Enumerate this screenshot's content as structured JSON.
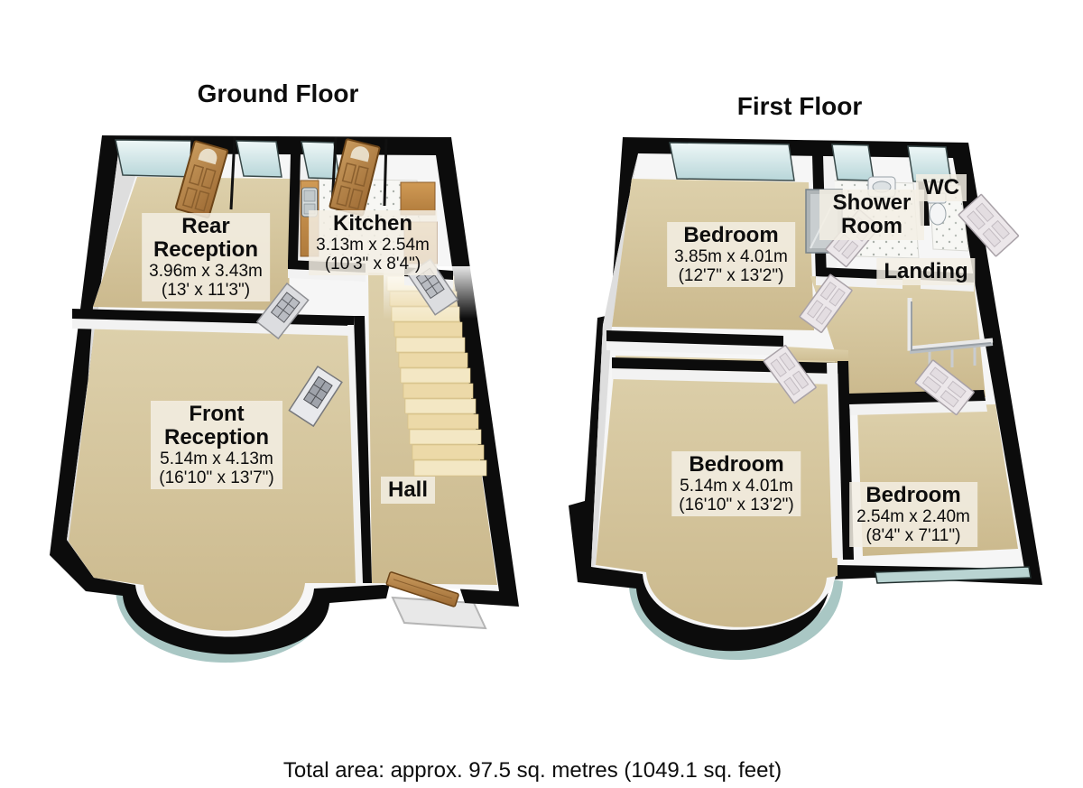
{
  "ground_floor": {
    "title": "Ground Floor",
    "rooms": [
      {
        "name": "Rear Reception",
        "metric": "3.96m x 3.43m",
        "imperial": "(13' x 11'3\")"
      },
      {
        "name": "Kitchen",
        "metric": "3.13m x 2.54m",
        "imperial": "(10'3\" x 8'4\")"
      },
      {
        "name": "Front Reception",
        "metric": "5.14m x 4.13m",
        "imperial": "(16'10\" x 13'7\")"
      },
      {
        "name": "Hall"
      }
    ]
  },
  "first_floor": {
    "title": "First Floor",
    "rooms": [
      {
        "name": "Bedroom",
        "metric": "3.85m x 4.01m",
        "imperial": "(12'7\" x 13'2\")"
      },
      {
        "name": "Shower Room"
      },
      {
        "name": "WC"
      },
      {
        "name": "Landing"
      },
      {
        "name": "Bedroom",
        "metric": "5.14m x 4.01m",
        "imperial": "(16'10\" x 13'2\")"
      },
      {
        "name": "Bedroom",
        "metric": "2.54m x 2.40m",
        "imperial": "(8'4\" x 7'11\")"
      }
    ]
  },
  "footer": {
    "total_area": "Total area: approx. 97.5 sq. metres (1049.1 sq. feet)"
  },
  "colors": {
    "wall": "#0c0c0c",
    "floor": "#d5c49c",
    "window_glass": "#cfe6e7",
    "bay_rim": "#a9c7c4",
    "wood_door": "#b5854e",
    "label_background": "#f2eee1"
  }
}
